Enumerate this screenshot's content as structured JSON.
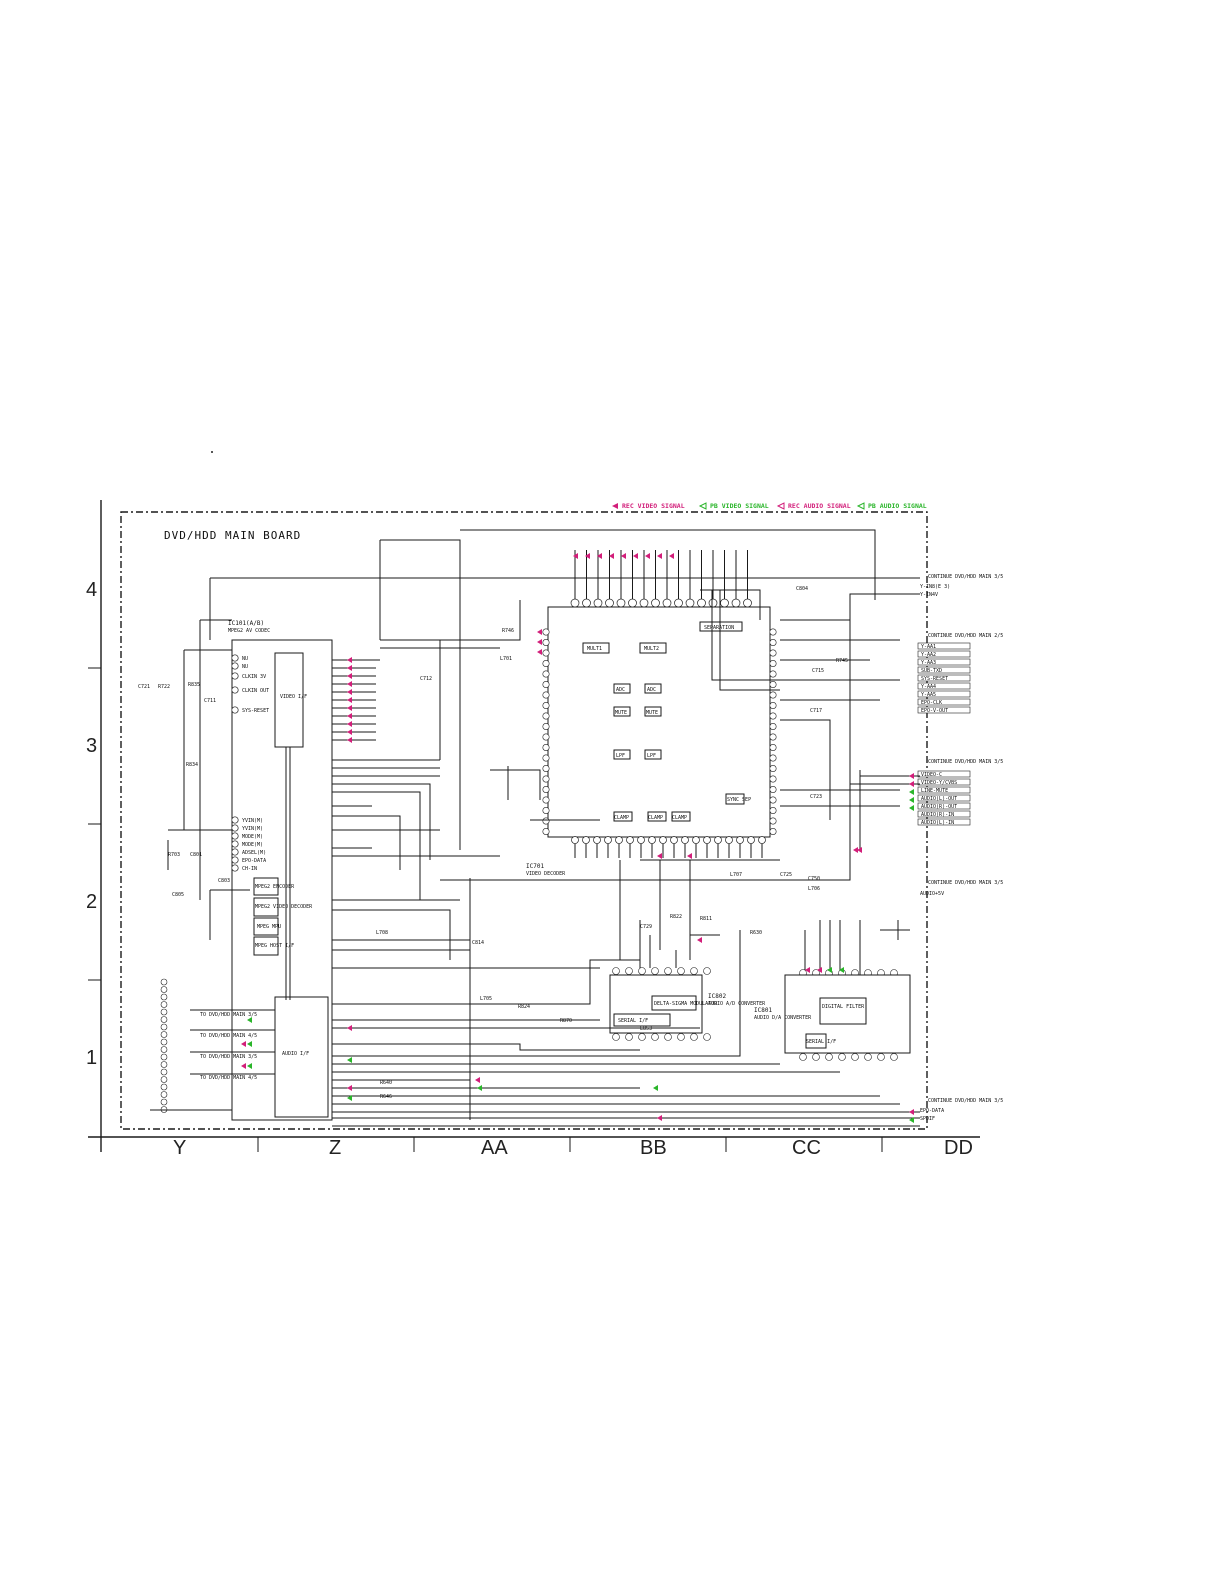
{
  "legend": {
    "rec_video": {
      "label": "REC VIDEO SIGNAL",
      "color": "#d21e7a"
    },
    "pb_video": {
      "label": "PB VIDEO SIGNAL",
      "color": "#2ab52a"
    },
    "rec_audio": {
      "label": "REC AUDIO SIGNAL",
      "color": "#d21e7a"
    },
    "pb_audio": {
      "label": "PB AUDIO SIGNAL",
      "color": "#2ab52a"
    }
  },
  "board_title": "DVD/HDD MAIN BOARD",
  "grid": {
    "rows": [
      "4",
      "3",
      "2",
      "1"
    ],
    "columns": [
      "Y",
      "Z",
      "AA",
      "BB",
      "CC",
      "DD"
    ]
  },
  "ics": {
    "ic_main": {
      "ref": "IC101(A/B)",
      "name": "MPEG2 AV CODEC"
    },
    "ic_video": {
      "ref": "IC701",
      "name": "VIDEO DECODER"
    },
    "ic_audio_adc": {
      "ref": "IC802",
      "name": "AUDIO A/D CONVERTER"
    },
    "ic_audio_dac": {
      "ref": "IC801",
      "name": "AUDIO D/A CONVERTER"
    }
  },
  "blocks": {
    "video_if": "VIDEO I/F",
    "audio_if": "AUDIO I/F",
    "separation": "SEPARATION",
    "mult1": "MULT1",
    "mult2": "MULT2",
    "adc": "ADC",
    "mute": "MUTE",
    "lpf": "LPF",
    "clamp": "CLAMP",
    "sync_sep": "SYNC SEP",
    "mpeg2_encoder": "MPEG2 ENCODER",
    "mpeg2_video_decoder": "MPEG2 VIDEO DECODER",
    "mpeg_mpu": "MPEG MPU",
    "mpeg_host_if": "MPEG HOST I/F",
    "delta_sigma": "DELTA-SIGMA MODULATOR",
    "digital_filter": "DIGITAL FILTER",
    "serial_if": "SERIAL I/F"
  },
  "connectors": {
    "right_top": {
      "title": "CONTINUE DVD/HDD MAIN 3/5",
      "signals": [
        "Y-IN8(E 3)",
        "Y-IN4V"
      ]
    },
    "right_mid1": {
      "title": "CONTINUE DVD/HDD MAIN 2/5",
      "signals": [
        "Y-AA1",
        "Y-AA2",
        "Y-AA3",
        "SUB-TXD",
        "SYS-RESET",
        "Y-AA4",
        "Y-AA5",
        "EPO-CLK",
        "EPO-V-OUT"
      ]
    },
    "right_mid2": {
      "title": "CONTINUE DVD/HDD MAIN 3/5",
      "signals": [
        "VIDEO-C",
        "VIDEO-Y/CVBS",
        "LINE-MUTE",
        "AUDIO(L)-OUT",
        "AUDIO(R)-OUT",
        "AUDIO(R)-IN",
        "AUDIO(L)-IN"
      ]
    },
    "right_low": {
      "title": "CONTINUE DVD/HDD MAIN 3/5",
      "signals": [
        "AUDIO+5V"
      ]
    },
    "right_bottom": {
      "title": "CONTINUE DVD/HDD MAIN 3/5",
      "signals": [
        "EPO-DATA",
        "SPDIF"
      ]
    }
  },
  "left_labels": {
    "audio_to": [
      "TO DVD/HDD MAIN 3/5",
      "TO DVD/HDD MAIN 4/5",
      "TO DVD/HDD MAIN 3/5",
      "TO DVD/HDD MAIN 4/5"
    ],
    "main_pins": [
      "NU",
      "NU",
      "CLKIN 3V",
      "CLKIN OUT",
      "SYS-RESET",
      "YVIN(M)",
      "YVIN(M)",
      "MODE(M)",
      "MODE(M)",
      "ADSEL(M)",
      "EPO-DATA",
      "CH-IN"
    ]
  },
  "component_labels": [
    "C721",
    "R722",
    "R835",
    "C711",
    "R834",
    "C803",
    "R703",
    "C801",
    "C805",
    "R746",
    "L701",
    "C712",
    "C715",
    "C717",
    "R745",
    "C723",
    "C725",
    "C750",
    "L706",
    "L707",
    "C729",
    "R870",
    "R811",
    "R822",
    "C804",
    "L705",
    "L708",
    "C814",
    "L853",
    "R640",
    "R646",
    "R824",
    "R630"
  ]
}
